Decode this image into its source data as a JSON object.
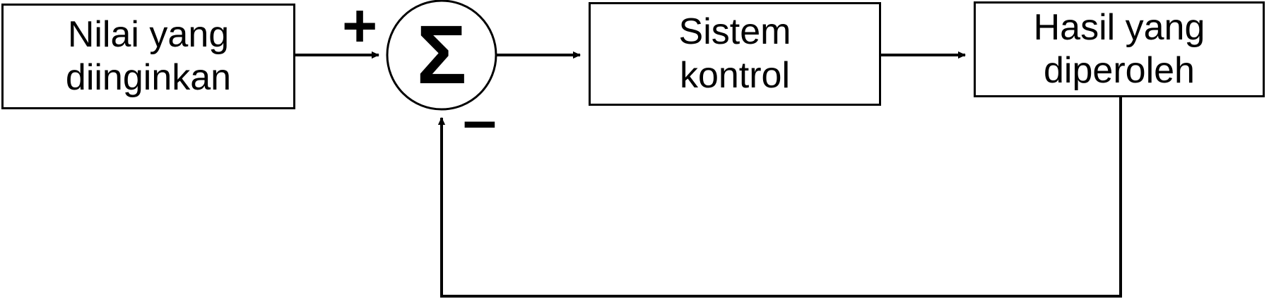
{
  "diagram": {
    "type": "control-system-block-diagram",
    "language": "id",
    "background_color": "#ffffff",
    "stroke_color": "#000000",
    "blocks": [
      {
        "id": "setpoint",
        "label": "Nilai yang\ndiinginkan",
        "line1": "Nilai yang",
        "line2": "diinginkan",
        "shape": "rectangle"
      },
      {
        "id": "controller",
        "label": "Sistem\nkontrol",
        "line1": "Sistem",
        "line2": "kontrol",
        "shape": "rectangle"
      },
      {
        "id": "output",
        "label": "Hasil yang\ndiperoleh",
        "line1": "Hasil yang",
        "line2": "diperoleh",
        "shape": "rectangle"
      }
    ],
    "summing_junction": {
      "id": "summing-junction",
      "symbol": "Σ",
      "shape": "circle",
      "plus_sign": "+",
      "minus_sign": "–"
    },
    "connections": [
      {
        "id": "setpoint-to-sum",
        "from": "setpoint",
        "to": "summing-junction",
        "sign": "+",
        "arrow": true
      },
      {
        "id": "sum-to-controller",
        "from": "summing-junction",
        "to": "controller",
        "arrow": true
      },
      {
        "id": "controller-to-output",
        "from": "controller",
        "to": "output",
        "arrow": true
      },
      {
        "id": "feedback-loop",
        "from": "output",
        "to": "summing-junction",
        "sign": "–",
        "arrow": true,
        "routing": "down-left-up"
      }
    ]
  }
}
